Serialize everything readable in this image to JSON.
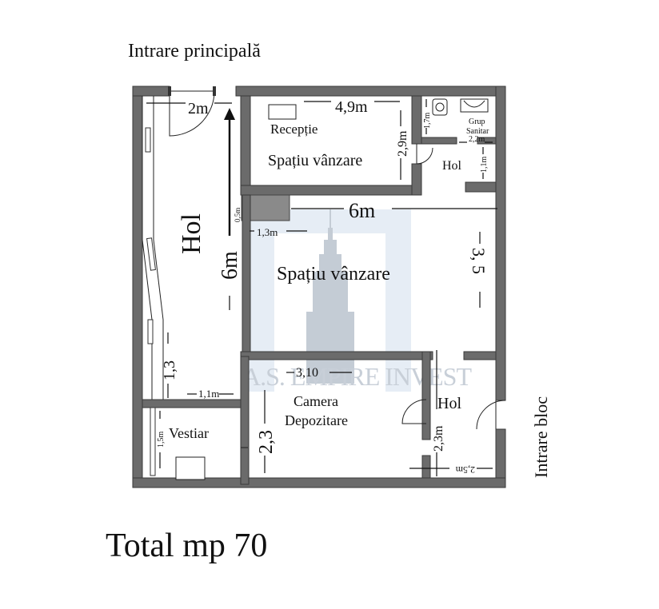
{
  "labels": {
    "main_entrance": "Intrare principală",
    "block_entrance": "Intrare bloc",
    "total": "Total mp 70",
    "watermark": "A.S. EMPIRE INVEST"
  },
  "rooms": {
    "reception": "Recepție",
    "sales_space_top": "Spațiu vânzare",
    "sales_space_main": "Spațiu vânzare",
    "hall_left": "Hol",
    "hall_top_right": "Hol",
    "hall_bottom_right": "Hol",
    "sanitary_line1": "Grup",
    "sanitary_line2": "Sanitar",
    "cloakroom": "Vestiar",
    "storage_line1": "Camera",
    "storage_line2": "Depozitare"
  },
  "dimensions": {
    "door_width": "2m",
    "reception_width": "4,9m",
    "reception_depth": "2,9m",
    "sanitary_depth": "1,7m",
    "sanitary_width": "2,2m",
    "hall_small": "1,1m",
    "niche_depth": "0,5m",
    "niche_width": "1,3m",
    "sales_width": "6m",
    "hall_length": "6m",
    "sales_depth": "3, 5",
    "left_lower": "1,3",
    "left_lower_width": "1,1m",
    "cloakroom_depth": "1,5m",
    "storage_width": "3,10",
    "storage_depth": "2,3",
    "hall_bottom_depth": "2,3m",
    "hall_bottom_width": "2,5m"
  }
}
